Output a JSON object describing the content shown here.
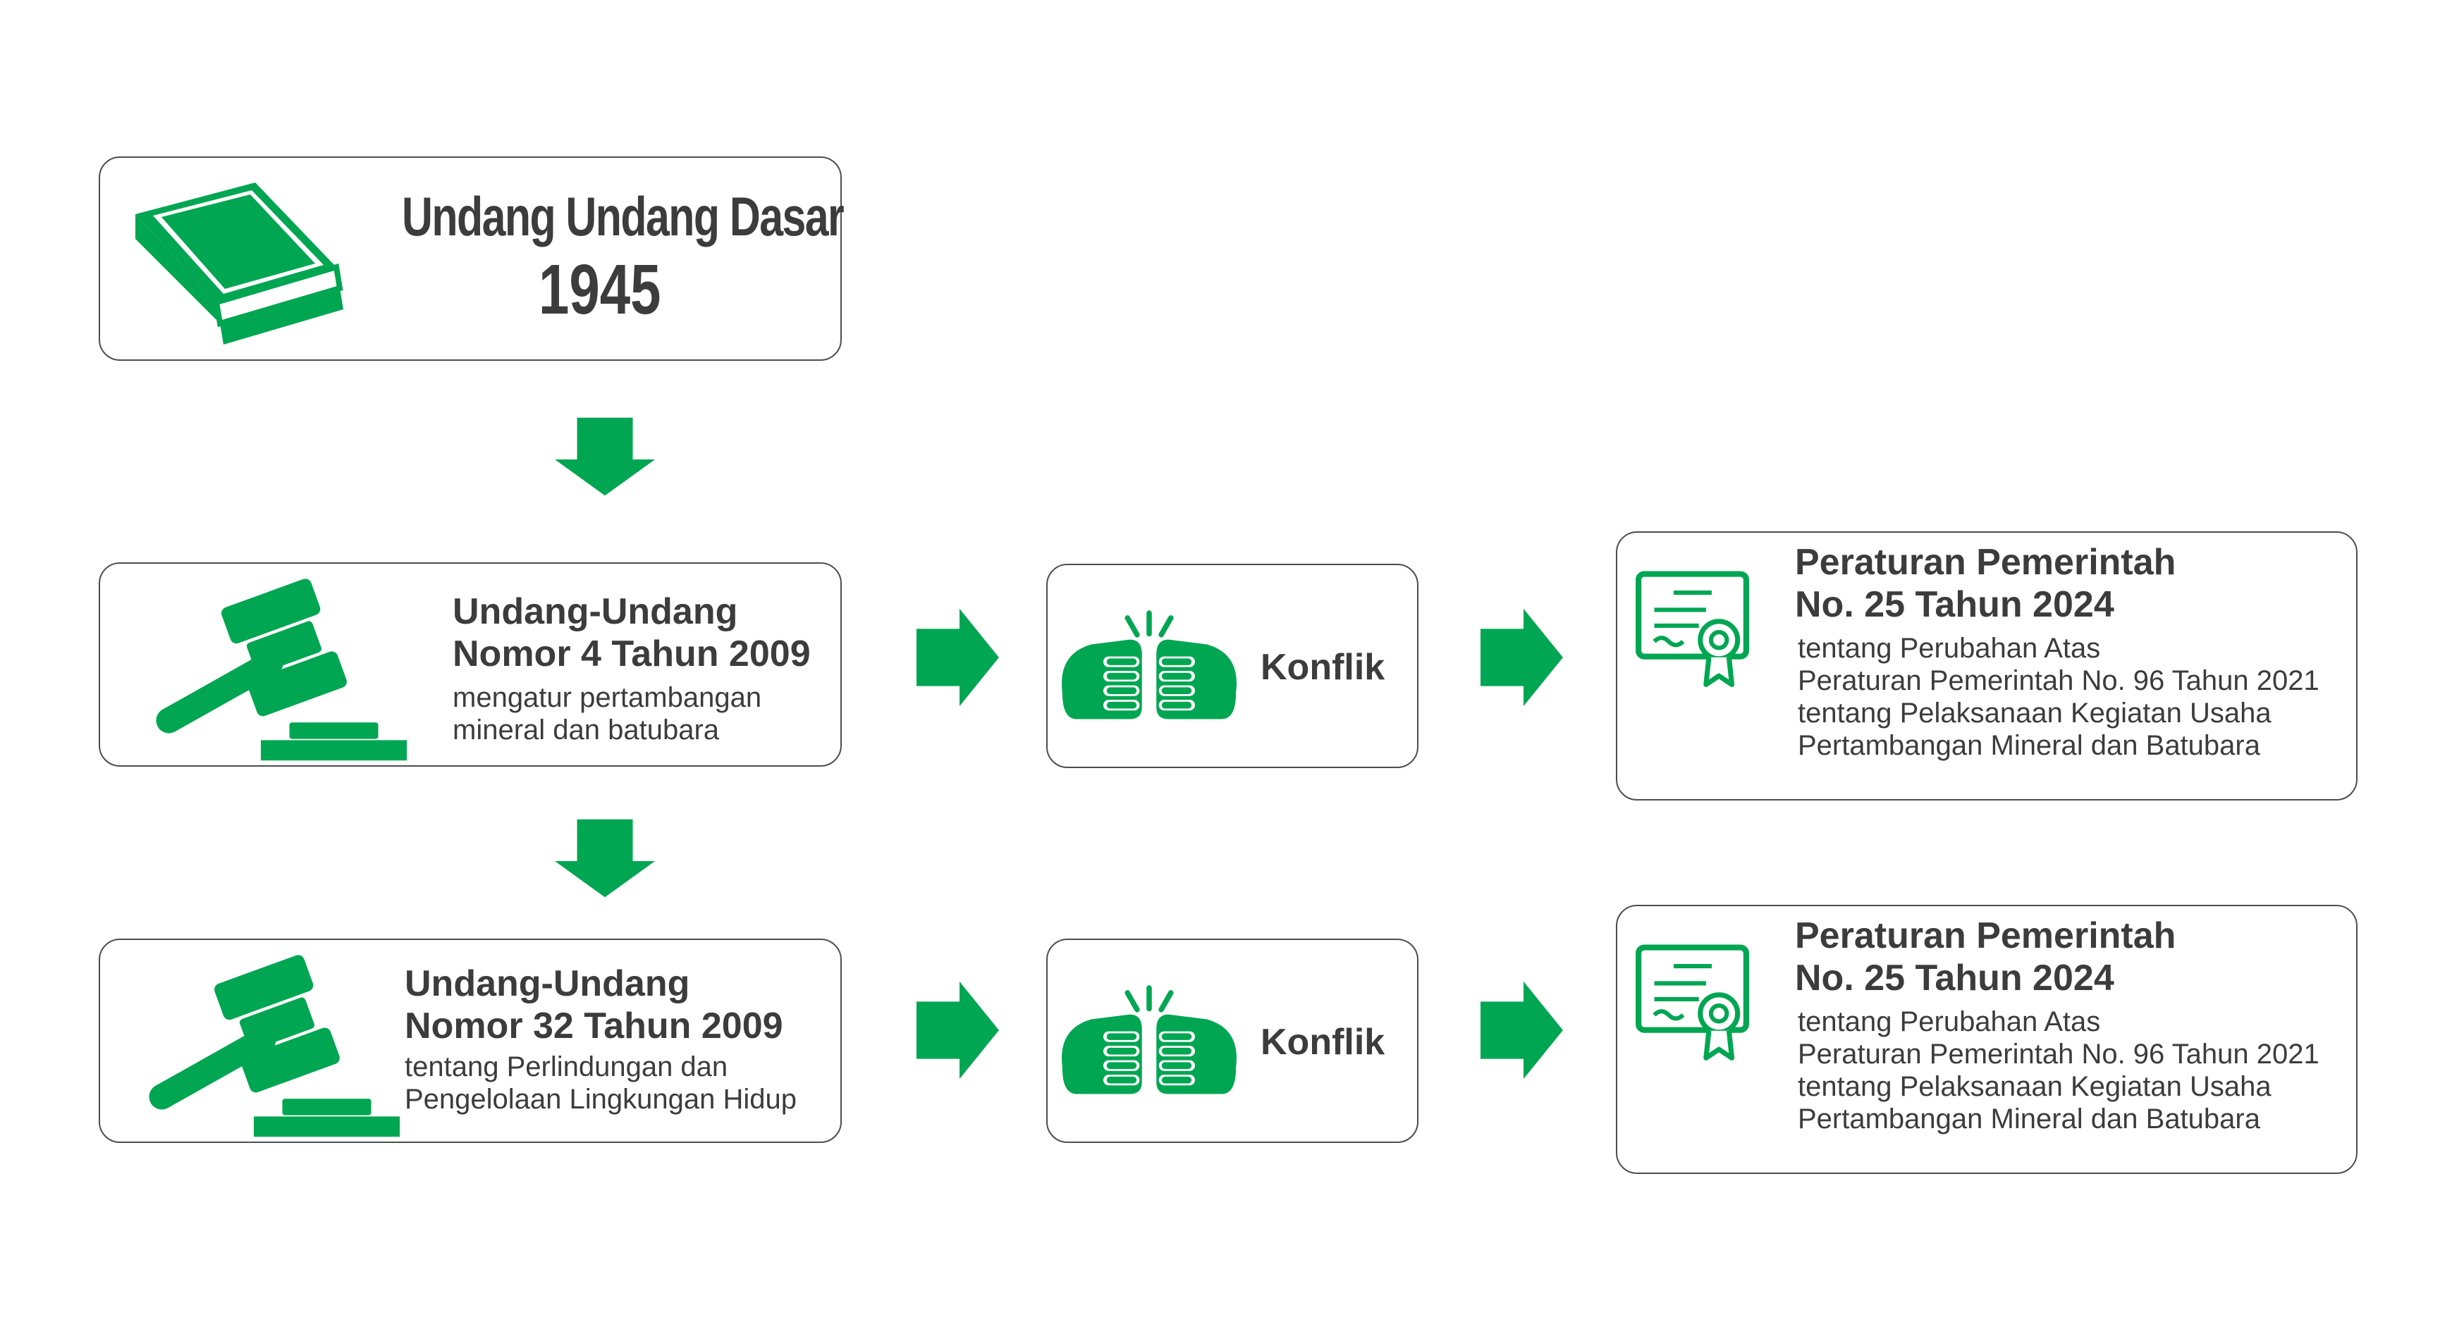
{
  "colors": {
    "accent": "#00a651",
    "border": "#4d4d4d",
    "text": "#3c3c3c"
  },
  "uud": {
    "line1": "Undang Undang Dasar",
    "line2": "1945",
    "icon": "book-icon"
  },
  "uu4": {
    "title1": "Undang-Undang",
    "title2": "Nomor 4 Tahun 2009",
    "desc1": "mengatur pertambangan",
    "desc2": "mineral dan batubara",
    "icon": "gavel-icon"
  },
  "uu32": {
    "title1": "Undang-Undang",
    "title2": "Nomor 32 Tahun 2009",
    "desc1": "tentang Perlindungan dan",
    "desc2": "Pengelolaan Lingkungan Hidup",
    "icon": "gavel-icon"
  },
  "konflik1": {
    "label": "Konflik",
    "icon": "clashing-fists-icon"
  },
  "konflik2": {
    "label": "Konflik",
    "icon": "clashing-fists-icon"
  },
  "pp1": {
    "title1": "Peraturan Pemerintah",
    "title2": "No. 25 Tahun 2024",
    "lines": [
      "tentang Perubahan Atas",
      "Peraturan Pemerintah No. 96 Tahun 2021",
      "tentang Pelaksanaan Kegiatan Usaha",
      "Pertambangan Mineral dan Batubara"
    ],
    "icon": "certificate-icon"
  },
  "pp2": {
    "title1": "Peraturan Pemerintah",
    "title2": "No. 25 Tahun 2024",
    "lines": [
      "tentang Perubahan Atas",
      "Peraturan Pemerintah No. 96 Tahun 2021",
      "tentang Pelaksanaan Kegiatan Usaha",
      "Pertambangan Mineral dan Batubara"
    ],
    "icon": "certificate-icon"
  }
}
